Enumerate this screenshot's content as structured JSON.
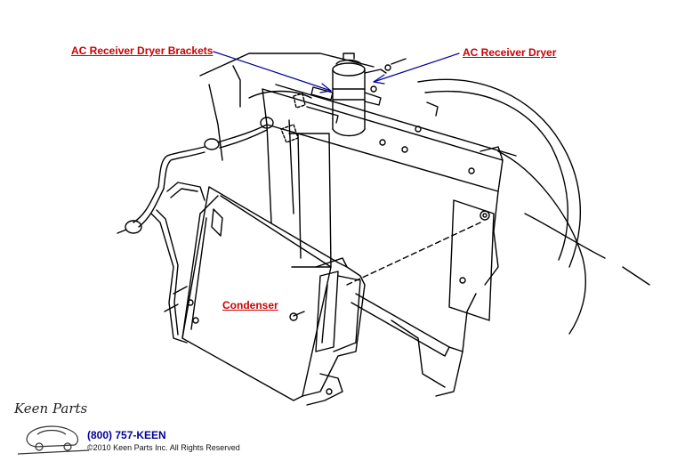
{
  "labels": {
    "brackets": "AC Receiver Dryer Brackets",
    "dryer": "AC Receiver Dryer",
    "condenser": "Condenser"
  },
  "footer": {
    "logo_text": "Keen Parts",
    "phone": "(800) 757-KEEN",
    "copyright": "©2010 Keen Parts Inc. All Rights Reserved"
  },
  "colors": {
    "label": "#cc0000",
    "leader": "#000099",
    "line_art": "#000000"
  }
}
